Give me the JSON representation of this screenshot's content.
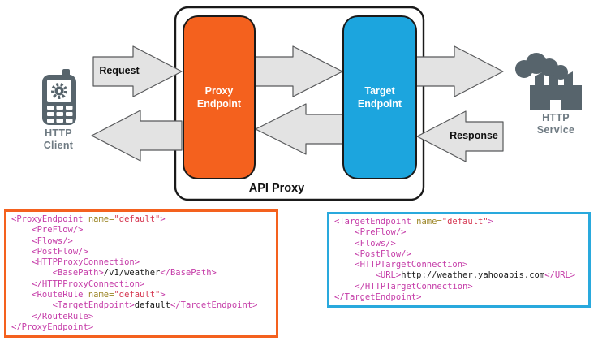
{
  "diagram": {
    "api_proxy_label": "API Proxy",
    "proxy_endpoint": {
      "line1": "Proxy",
      "line2": "Endpoint"
    },
    "target_endpoint": {
      "line1": "Target",
      "line2": "Endpoint"
    },
    "http_client": {
      "line1": "HTTP",
      "line2": "Client"
    },
    "http_service": {
      "line1": "HTTP",
      "line2": "Service"
    },
    "request_label": "Request",
    "response_label": "Response"
  },
  "colors": {
    "proxy_endpoint": "#F4611E",
    "target_endpoint": "#1CA5DE",
    "arrow_fill": "#E3E3E3",
    "arrow_stroke": "#58595B",
    "icon_gray": "#57646C",
    "label_gray": "#6E7A82",
    "code_tag": "#C53CA8",
    "code_attr": "#9C8627",
    "code_value": "#D5354F",
    "code_text": "#1A1A1A",
    "proxy_code_border": "#F4611E",
    "target_code_border": "#29A9DD"
  },
  "code_blocks": {
    "proxy_endpoint_xml": {
      "lines": [
        [
          {
            "c": "tag",
            "t": "<ProxyEndpoint"
          },
          {
            "c": "attr",
            "t": " name="
          },
          {
            "c": "val",
            "t": "\"default\""
          },
          {
            "c": "tag",
            "t": ">"
          }
        ],
        [
          {
            "c": "tag",
            "t": "    <PreFlow/>"
          }
        ],
        [
          {
            "c": "tag",
            "t": "    <Flows/>"
          }
        ],
        [
          {
            "c": "tag",
            "t": "    <PostFlow/>"
          }
        ],
        [
          {
            "c": "tag",
            "t": "    <HTTPProxyConnection>"
          }
        ],
        [
          {
            "c": "tag",
            "t": "        <BasePath>"
          },
          {
            "c": "text",
            "t": "/v1/weather"
          },
          {
            "c": "tag",
            "t": "</BasePath>"
          }
        ],
        [
          {
            "c": "tag",
            "t": "    </HTTPProxyConnection>"
          }
        ],
        [
          {
            "c": "tag",
            "t": "    <RouteRule"
          },
          {
            "c": "attr",
            "t": " name="
          },
          {
            "c": "val",
            "t": "\"default\""
          },
          {
            "c": "tag",
            "t": ">"
          }
        ],
        [
          {
            "c": "tag",
            "t": "        <TargetEndpoint>"
          },
          {
            "c": "text",
            "t": "default"
          },
          {
            "c": "tag",
            "t": "</TargetEndpoint>"
          }
        ],
        [
          {
            "c": "tag",
            "t": "    </RouteRule>"
          }
        ],
        [
          {
            "c": "tag",
            "t": "</ProxyEndpoint>"
          }
        ]
      ]
    },
    "target_endpoint_xml": {
      "lines": [
        [
          {
            "c": "tag",
            "t": "<TargetEndpoint"
          },
          {
            "c": "attr",
            "t": " name="
          },
          {
            "c": "val",
            "t": "\"default\""
          },
          {
            "c": "tag",
            "t": ">"
          }
        ],
        [
          {
            "c": "tag",
            "t": "    <PreFlow/>"
          }
        ],
        [
          {
            "c": "tag",
            "t": "    <Flows/>"
          }
        ],
        [
          {
            "c": "tag",
            "t": "    <PostFlow/>"
          }
        ],
        [
          {
            "c": "tag",
            "t": "    <HTTPTargetConnection>"
          }
        ],
        [
          {
            "c": "tag",
            "t": "        <URL>"
          },
          {
            "c": "text",
            "t": "http://weather.yahooapis.com"
          },
          {
            "c": "tag",
            "t": "</URL>"
          }
        ],
        [
          {
            "c": "tag",
            "t": "    </HTTPTargetConnection>"
          }
        ],
        [
          {
            "c": "tag",
            "t": "</TargetEndpoint>"
          }
        ]
      ]
    }
  }
}
